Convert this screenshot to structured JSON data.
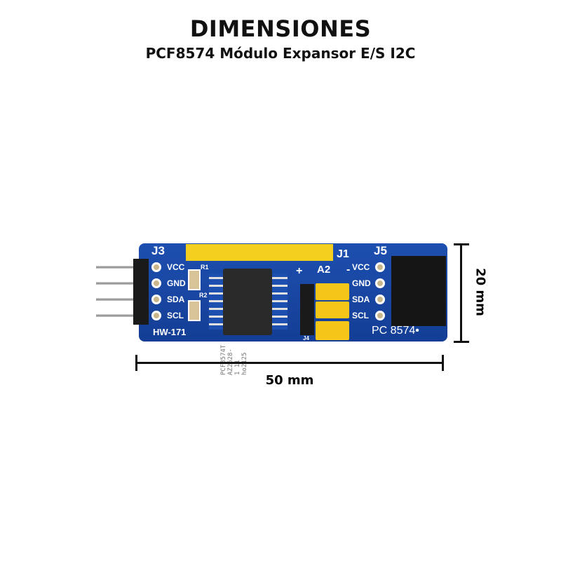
{
  "header": {
    "title": "DIMENSIONES",
    "subtitle": "PCF8574 Módulo Expansor E/S I2C"
  },
  "board": {
    "j3": "J3",
    "j1": "J1",
    "j5": "J5",
    "model": "HW-171",
    "a2": "A2",
    "plus": "+",
    "minus": "-",
    "r1": "R1",
    "r2": "R2",
    "j4": "J4",
    "brand": "PC 8574•",
    "pins_left": [
      "VCC",
      "GND",
      "SDA",
      "SCL"
    ],
    "pins_right": [
      "VCC",
      "GND",
      "SDA",
      "SCL"
    ],
    "chip_text": [
      "PCF8574T",
      "AZ2628-",
      "1  11",
      "ho2125"
    ],
    "colors": {
      "pcb": "#1d4fb0",
      "header": "#f4cf1e",
      "jumper": "#f5c518"
    }
  },
  "dimensions": {
    "width": "50 mm",
    "height": "20 mm"
  }
}
